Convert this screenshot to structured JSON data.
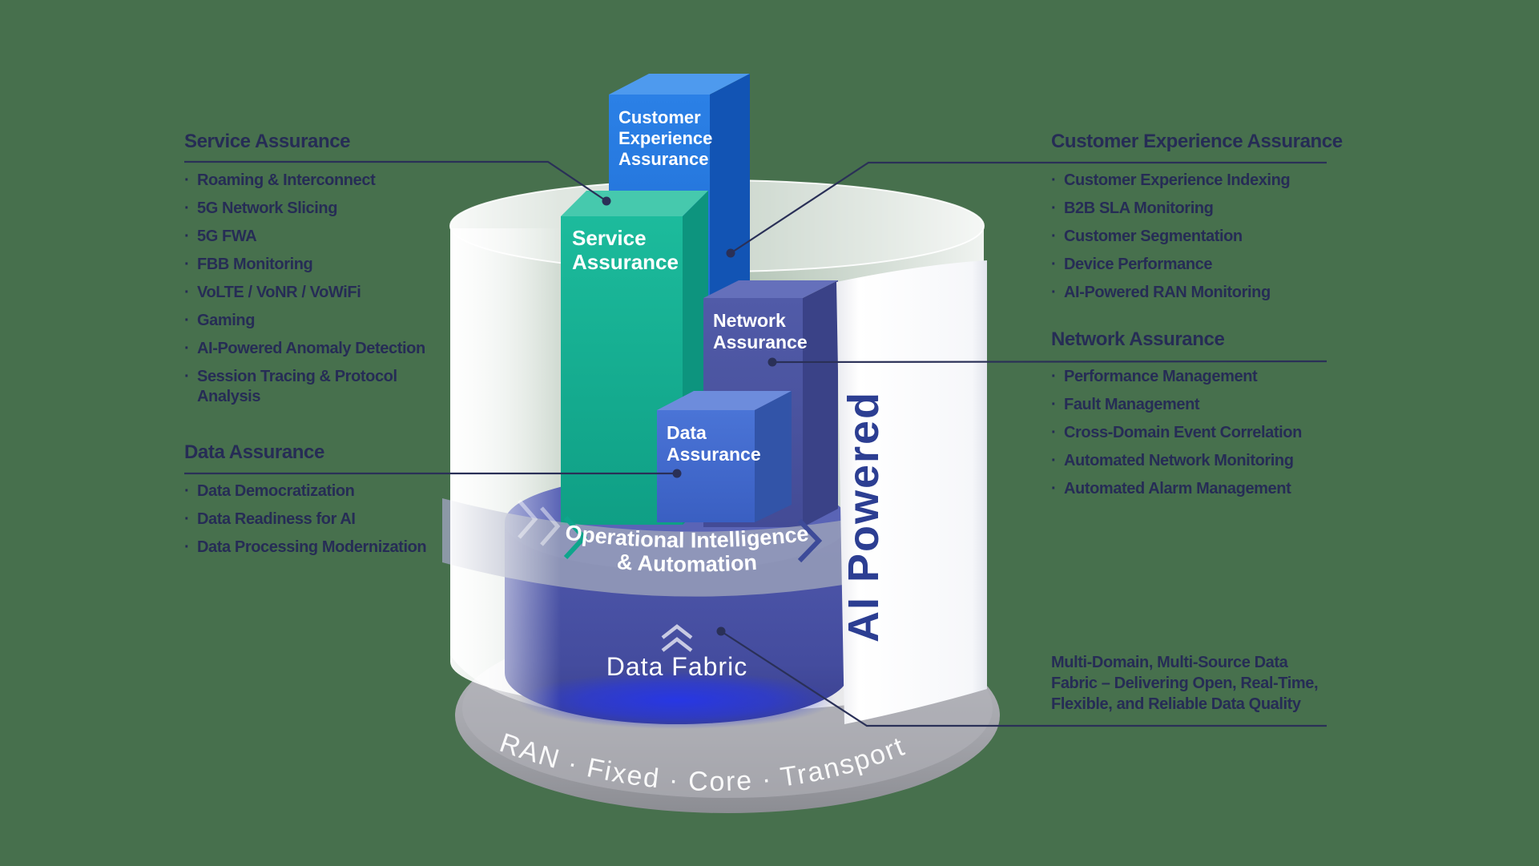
{
  "colors": {
    "background": "#47704d",
    "text_navy": "#262c55",
    "connector": "#2a3057",
    "bar_customer_experience": "#1e6fd6",
    "bar_service_teal": "#14ae90",
    "bar_network_indigo": "#4b55a0",
    "bar_data_blue": "#4169c9",
    "data_fabric_ring": "#4a52a4",
    "ring_glow_blue": "#2636e8",
    "base_disc_gray": "#a6a7ad",
    "ai_band_text": "#2c3e92"
  },
  "left": {
    "service": {
      "title": "Service Assurance",
      "items": [
        "Roaming & Interconnect",
        "5G Network Slicing",
        "5G FWA",
        "FBB Monitoring",
        "VoLTE / VoNR / VoWiFi",
        "Gaming",
        "AI-Powered Anomaly Detection",
        "Session Tracing & Protocol Analysis"
      ]
    },
    "data": {
      "title": "Data Assurance",
      "items": [
        "Data Democratization",
        "Data Readiness for AI",
        "Data Processing Modernization"
      ]
    }
  },
  "right": {
    "customer_experience": {
      "title": "Customer Experience Assurance",
      "items": [
        "Customer Experience Indexing",
        "B2B SLA Monitoring",
        "Customer Segmentation",
        "Device Performance",
        "AI-Powered RAN Monitoring"
      ]
    },
    "network": {
      "title": "Network Assurance",
      "items": [
        "Performance Management",
        "Fault Management",
        "Cross-Domain Event Correlation",
        "Automated Network Monitoring",
        "Automated Alarm Management"
      ]
    },
    "fabric_note": {
      "lines": [
        "Multi-Domain, Multi-Source Data",
        "Fabric – Delivering Open, Real-Time,",
        "Flexible, and Reliable Data Quality"
      ]
    }
  },
  "diagram": {
    "bars": {
      "customer_experience": {
        "line1": "Customer",
        "line2": "Experience",
        "line3": "Assurance"
      },
      "service": {
        "line1": "Service",
        "line2": "Assurance"
      },
      "network": {
        "line1": "Network",
        "line2": "Assurance"
      },
      "data": {
        "line1": "Data",
        "line2": "Assurance"
      }
    },
    "operational_ring": {
      "line1": "Operational Intelligence",
      "line2": "& Automation"
    },
    "data_fabric_ring": {
      "label": "Data Fabric"
    },
    "ai_band": {
      "label": "AI Powered"
    },
    "base_disc": {
      "label": "RAN · Fixed · Core · Transport"
    }
  }
}
